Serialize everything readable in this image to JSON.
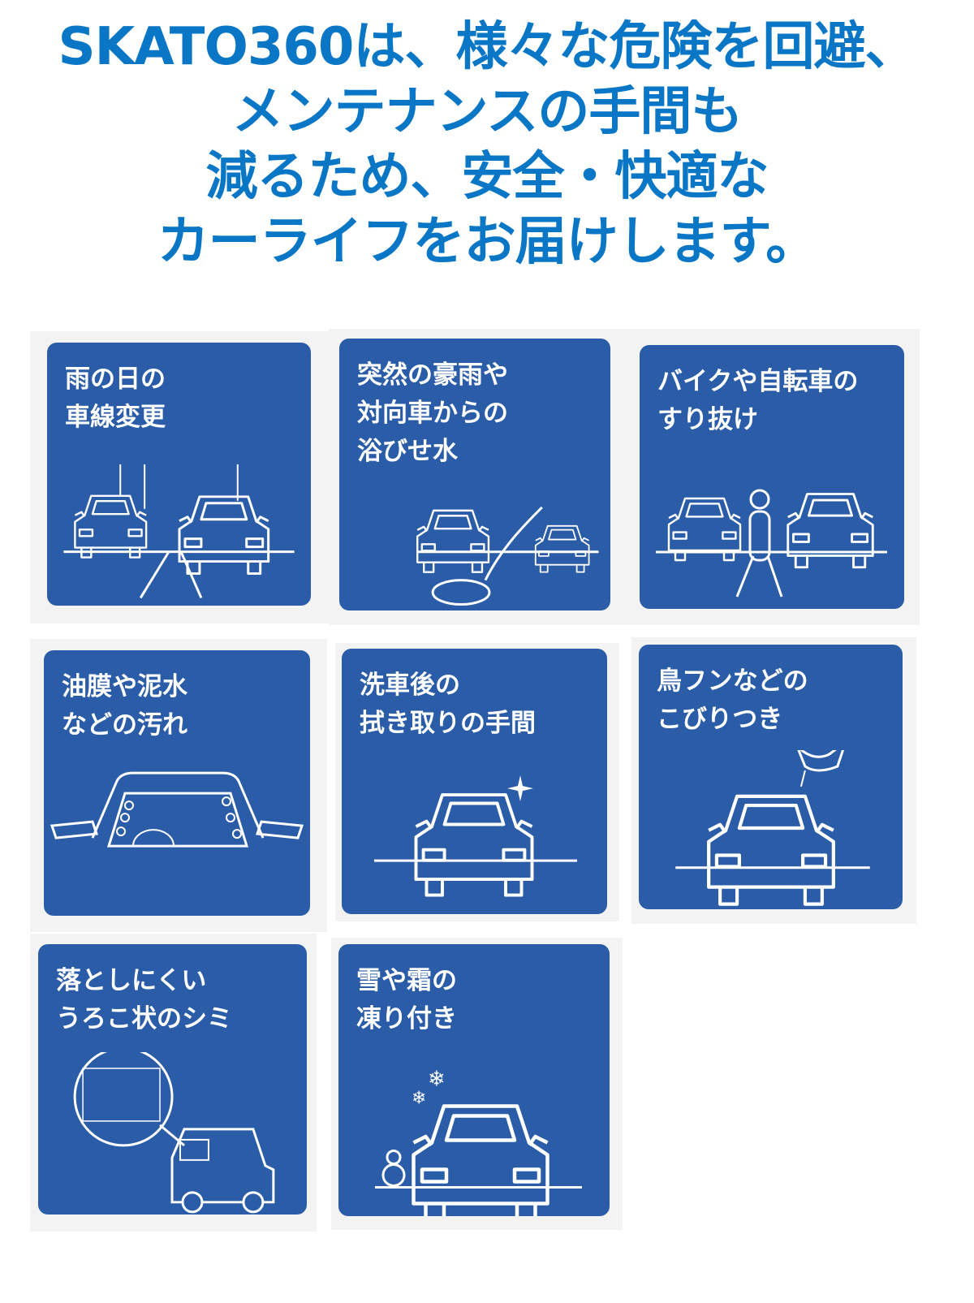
{
  "headline": {
    "lines": [
      "SKATO360は、様々な危険を回避、",
      "メンテナンスの手間も",
      "減るため、安全・快適な",
      "カーライフをお届けします。"
    ]
  },
  "cards": [
    {
      "lines": [
        "雨の日の",
        "車線変更"
      ],
      "icon": "cars-lane-change-rain-icon"
    },
    {
      "lines": [
        "突然の豪雨や",
        "対向車からの",
        "浴びせ水"
      ],
      "icon": "splash-water-icon"
    },
    {
      "lines": [
        "バイクや自転車の",
        "すり抜け"
      ],
      "icon": "motorcycle-between-cars-icon"
    },
    {
      "lines": [
        "油膜や泥水",
        "などの汚れ"
      ],
      "icon": "dirty-windshield-icon"
    },
    {
      "lines": [
        "洗車後の",
        "拭き取りの手間"
      ],
      "icon": "clean-car-sparkle-icon"
    },
    {
      "lines": [
        "鳥フンなどの",
        "こびりつき"
      ],
      "icon": "bird-dropping-car-icon"
    },
    {
      "lines": [
        "落としにくい",
        "うろこ状のシミ"
      ],
      "icon": "scale-stain-van-icon"
    },
    {
      "lines": [
        "雪や霜の",
        "凍り付き"
      ],
      "icon": "snow-frozen-car-icon"
    }
  ],
  "colors": {
    "headline": "#0a77c6",
    "card": "#2a5ca8",
    "tile": "#f3f3f3"
  }
}
